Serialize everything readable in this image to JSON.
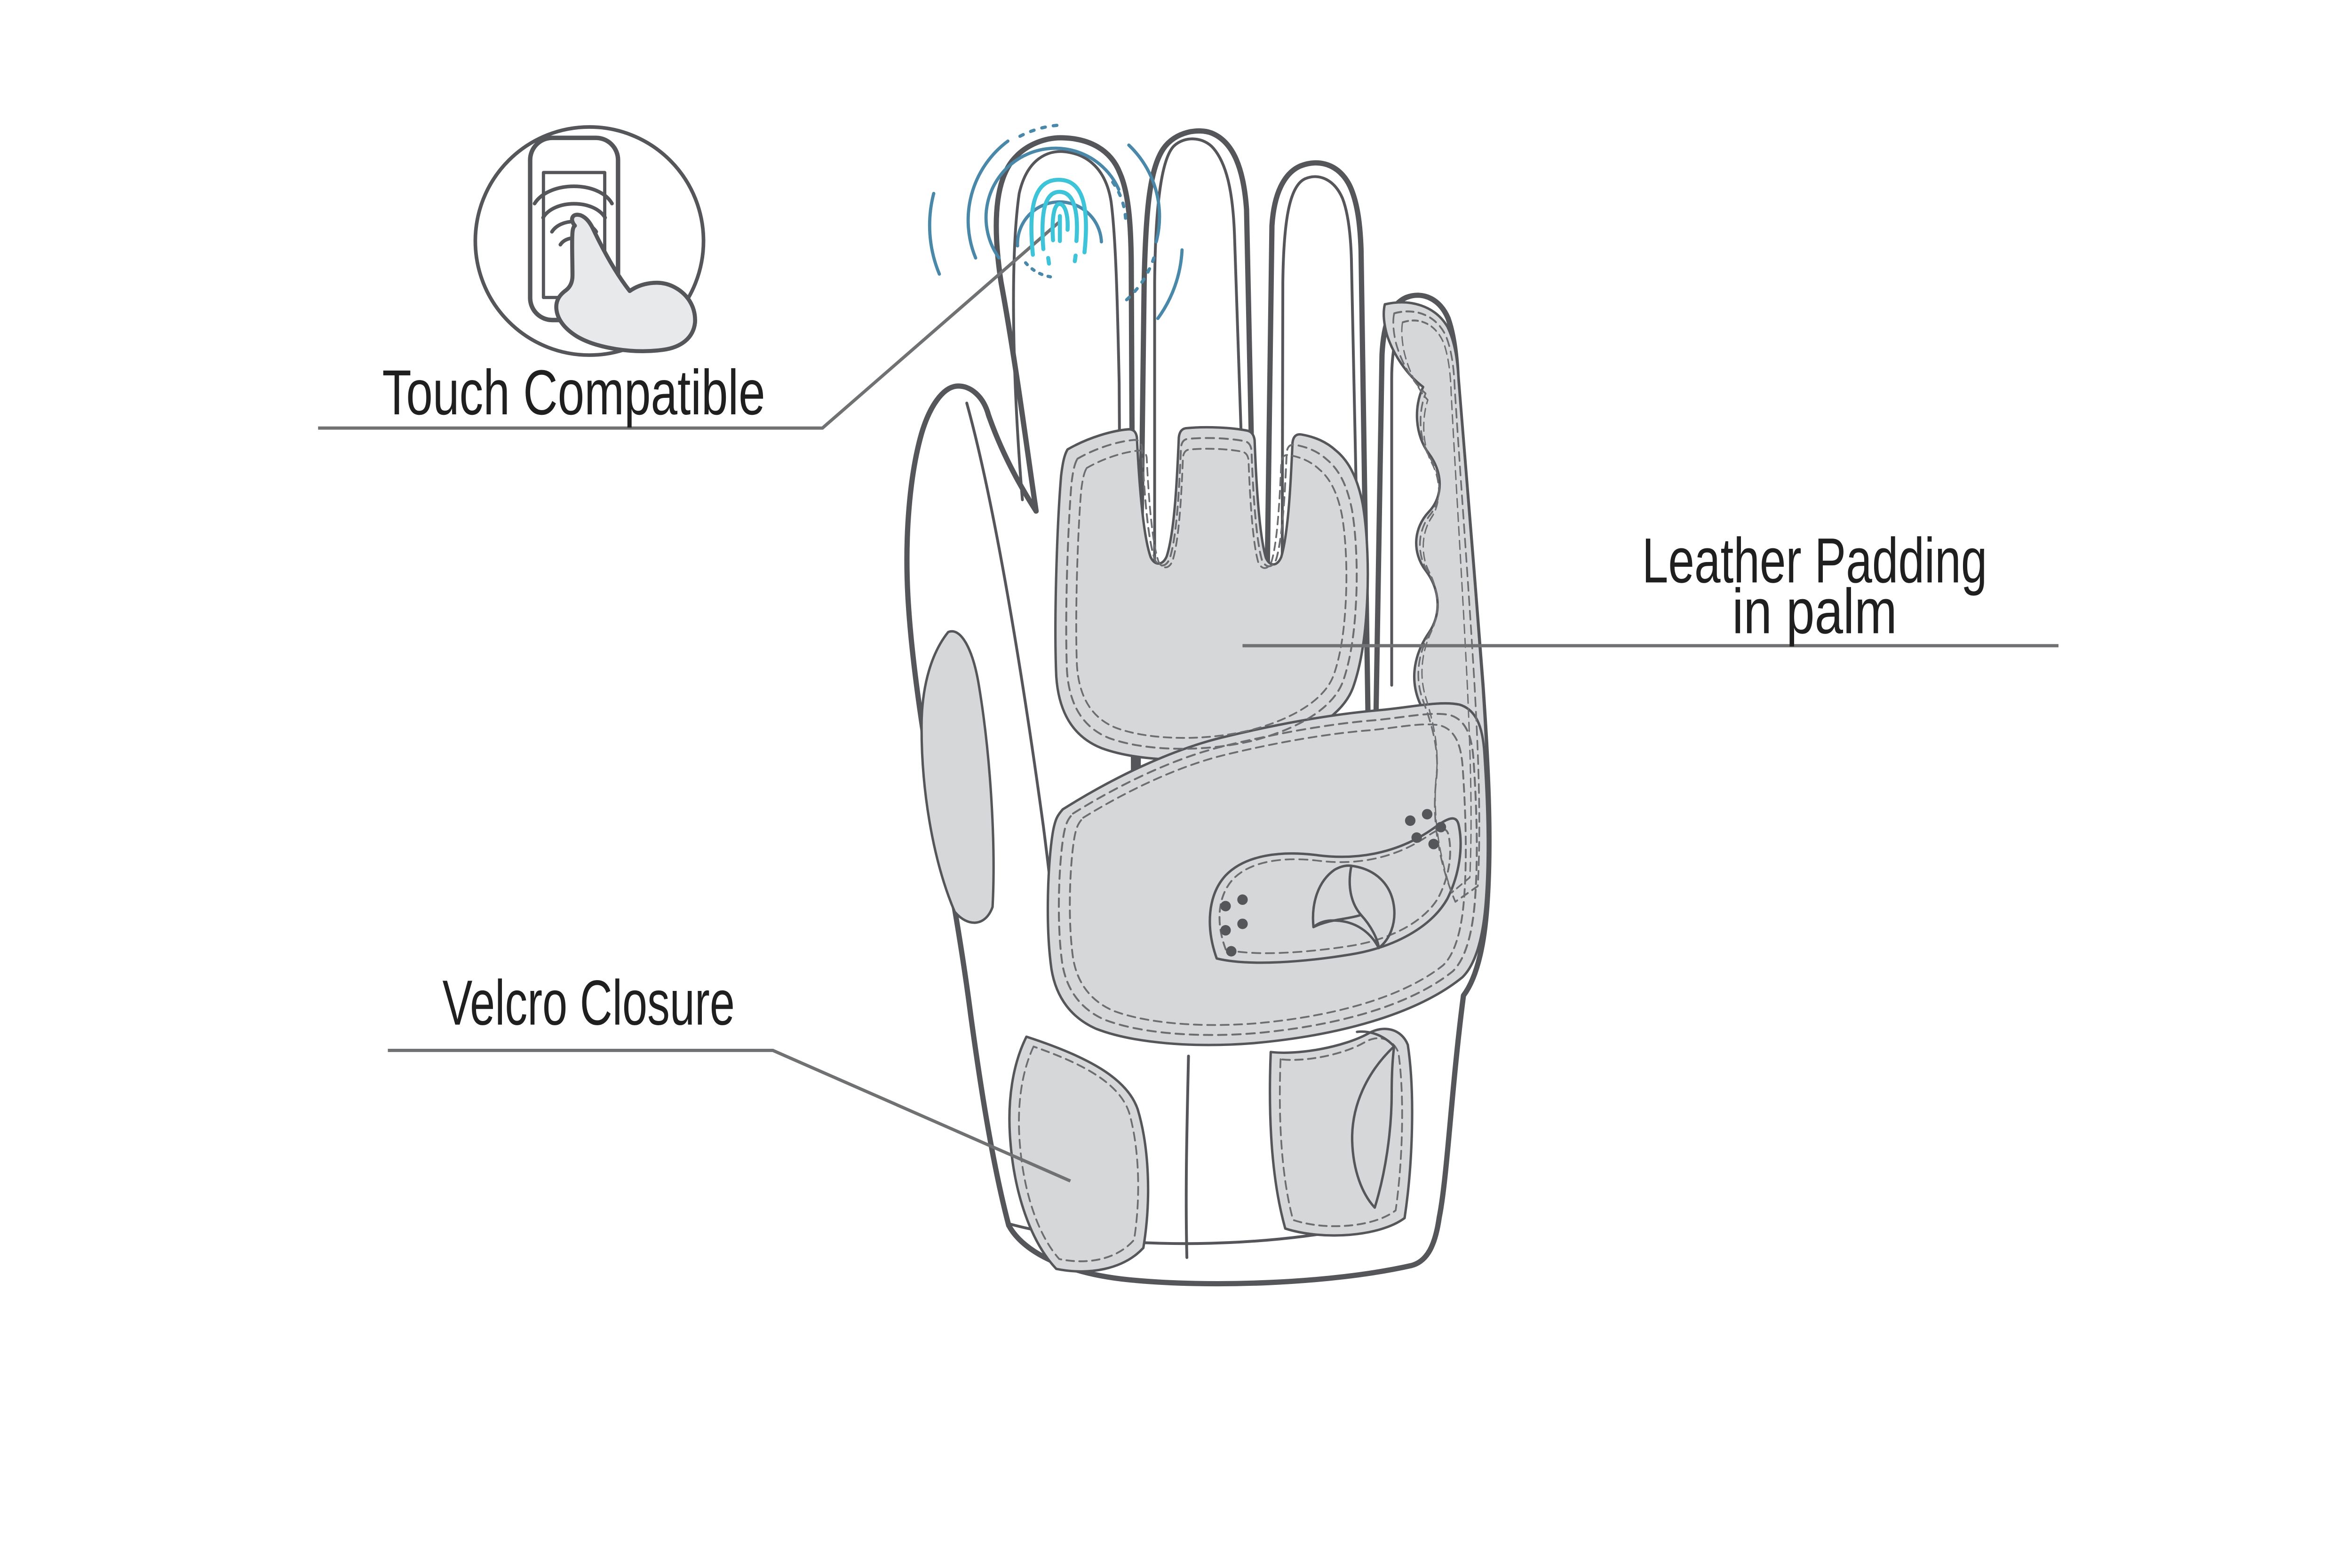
{
  "figure": {
    "type": "product-feature-diagram",
    "subject": "motorcycle glove palm view",
    "labels": {
      "touch_compatible": "Touch Compatible",
      "leather_padding_line1": "Leather Padding",
      "leather_padding_line2": "in palm",
      "velcro_closure": "Velcro Closure"
    },
    "icons": {
      "touch_device": "phone-touch-icon",
      "fingerprint": "fingerprint-scan-icon",
      "palm_logo": "triangle-brand-logo-icon",
      "cuff_logo": "swoosh-logo-icon"
    },
    "colors": {
      "outline": "#54565a",
      "pad_fill": "#d6d7d9",
      "stitch": "#6b6d70",
      "leader": "#6f7173",
      "text": "#1f1f1f",
      "fingerprint_teal": "#3ec4d8",
      "ripple_blue": "#4a88aa",
      "hand_fill": "#e8e9ea",
      "background": "#ffffff"
    }
  }
}
